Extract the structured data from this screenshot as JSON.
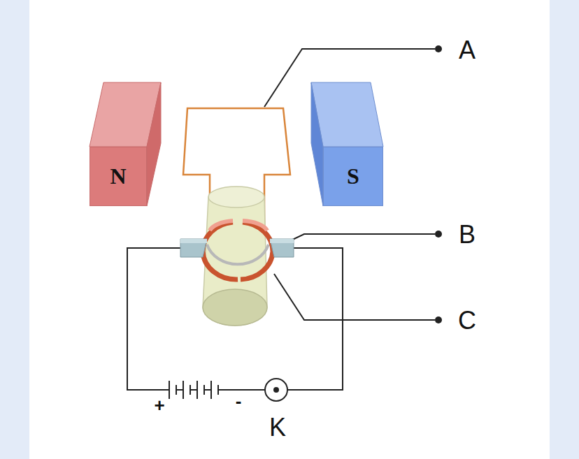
{
  "diagram": {
    "nodes": [
      {
        "text": [
          "N"
        ]
      },
      {
        "text": [
          "S"
        ]
      }
    ],
    "labels": [
      "A",
      "B",
      "C",
      "+",
      "-",
      "K"
    ]
  }
}
